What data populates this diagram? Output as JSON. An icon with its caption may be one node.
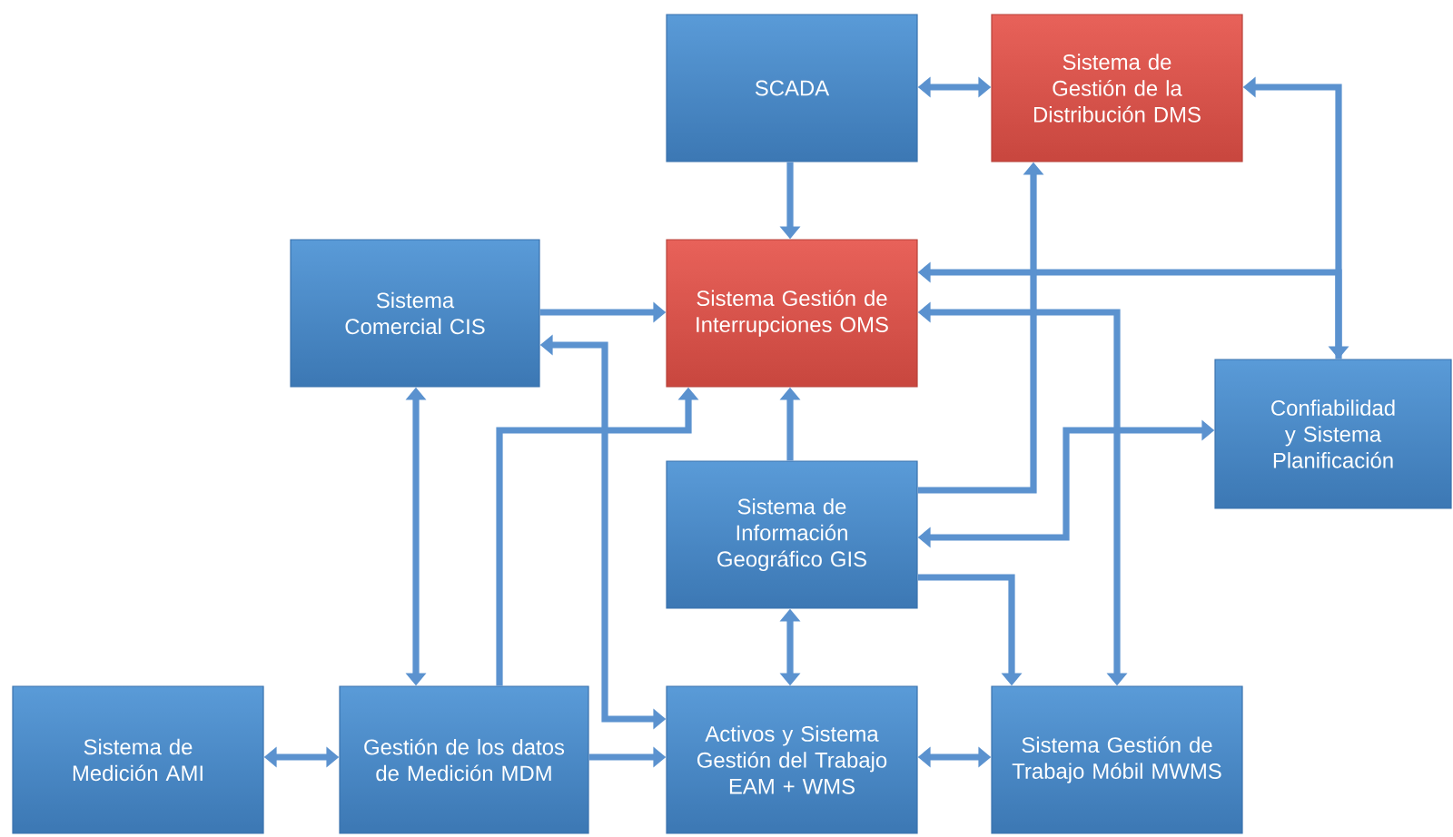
{
  "diagram": {
    "nodes": [
      {
        "text": [
          "SCADA"
        ]
      },
      {
        "text": [
          "Sistema de Gestión de la Distribución DMS"
        ]
      },
      {
        "text": [
          "Sistema Comercial CIS"
        ]
      },
      {
        "text": [
          "Sistema Gestión de Interrupciones OMS"
        ]
      },
      {
        "text": [
          "Confiabilidad y Sistema Planificación"
        ]
      },
      {
        "text": [
          "Sistema de Información Geográfico GIS"
        ]
      },
      {
        "text": [
          "Sistema de Medición AMI"
        ]
      },
      {
        "text": [
          "Gestión de los datos de Medición MDM"
        ]
      },
      {
        "text": [
          "Activos y Sistema Gestión del Trabajo EAM + WMS"
        ]
      },
      {
        "text": [
          "Sistema Gestión de Trabajo Móbil MWMS"
        ]
      }
    ],
    "edges": [
      {
        "from": 0,
        "to": 1,
        "arrow": "both"
      },
      {
        "from": 0,
        "to": 3,
        "arrow": "to"
      },
      {
        "from": 2,
        "to": 3,
        "arrow": "to"
      },
      {
        "from": 1,
        "to": 4,
        "arrow": "both"
      },
      {
        "from": 4,
        "to": 3,
        "arrow": "to"
      },
      {
        "from": 3,
        "to": 9,
        "arrow": "both"
      },
      {
        "from": 5,
        "to": 1,
        "arrow": "to"
      },
      {
        "from": 5,
        "to": 4,
        "arrow": "both"
      },
      {
        "from": 5,
        "to": 9,
        "arrow": "to"
      },
      {
        "from": 5,
        "to": 3,
        "arrow": "to"
      },
      {
        "from": 5,
        "to": 8,
        "arrow": "both"
      },
      {
        "from": 2,
        "to": 8,
        "arrow": "both"
      },
      {
        "from": 2,
        "to": 7,
        "arrow": "both"
      },
      {
        "from": 7,
        "to": 3,
        "arrow": "to"
      },
      {
        "from": 7,
        "to": 8,
        "arrow": "to"
      },
      {
        "from": 6,
        "to": 7,
        "arrow": "both"
      },
      {
        "from": 8,
        "to": 9,
        "arrow": "both"
      }
    ]
  }
}
